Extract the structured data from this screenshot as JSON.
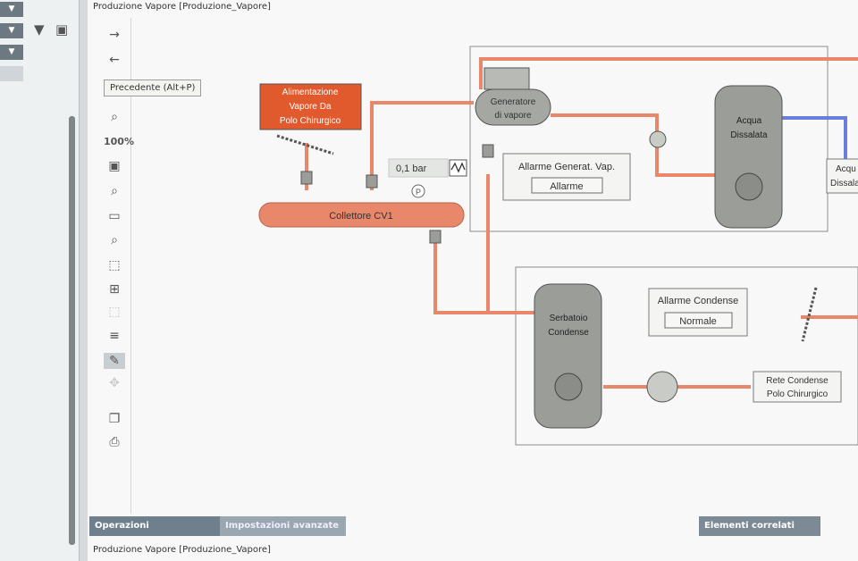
{
  "window": {
    "title": "Produzione Vapore [Produzione_Vapore]"
  },
  "toolbar": {
    "zoom_percent": "100%",
    "tooltip": "Precedente (Alt+P)"
  },
  "diagram": {
    "supply_label_line1": "Alimentazione",
    "supply_label_line2": "Vapore Da",
    "supply_label_line3": "Polo Chirurgico",
    "collector_label": "Collettore CV1",
    "pressure_value": "0,1 bar",
    "pressure_marker": "P",
    "generator_label_line1": "Generatore",
    "generator_label_line2": "di vapore",
    "generator_alarm_title": "Allarme Generat. Vap.",
    "generator_alarm_value": "Allarme",
    "tank_desal_line1": "Acqua",
    "tank_desal_line2": "Dissalata",
    "tank_desal_right_line1": "Acqu",
    "tank_desal_right_line2": "Dissala",
    "condensate_tank_line1": "Serbatoio",
    "condensate_tank_line2": "Condense",
    "condensate_alarm_title": "Allarme Condense",
    "condensate_alarm_value": "Normale",
    "condensate_network_line1": "Rete Condense",
    "condensate_network_line2": "Polo Chirurgico"
  },
  "bottom": {
    "tab_operations": "Operazioni",
    "tab_advanced": "Impostazioni avanzate",
    "related_elements": "Elementi correlati",
    "status_path": "Produzione Vapore [Produzione_Vapore]"
  },
  "colors": {
    "pipe_steam": "#e8876a",
    "pipe_water": "#6a7fd8",
    "supply_box": "#e05a2e",
    "tank_gray": "#9a9d98"
  }
}
